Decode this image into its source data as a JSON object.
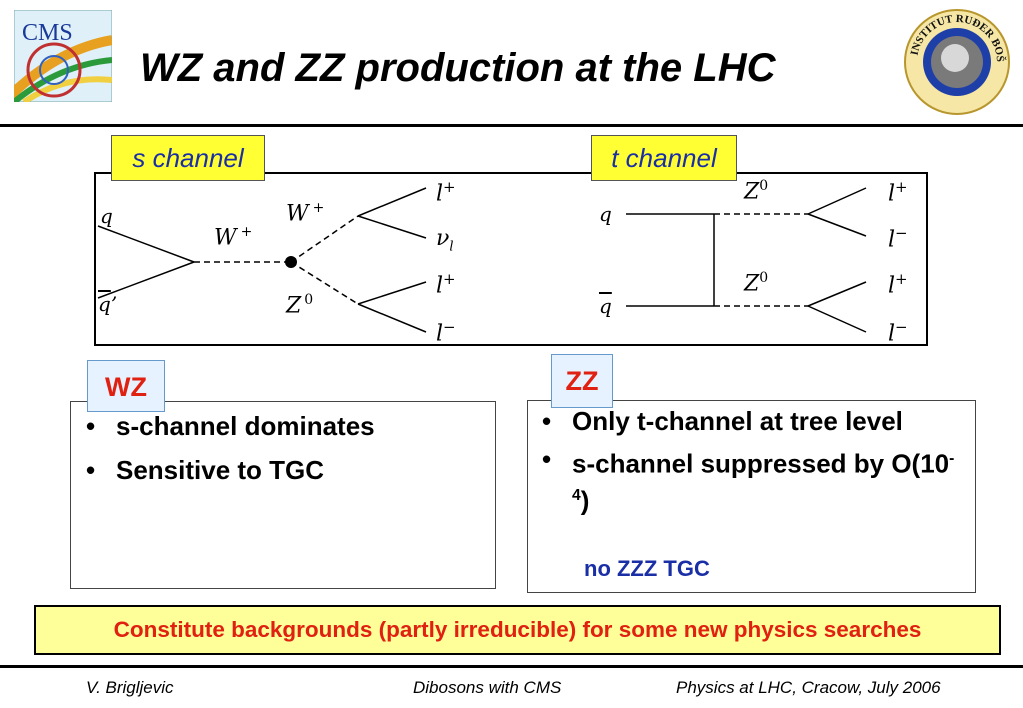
{
  "header": {
    "title": "WZ and ZZ production at the LHC",
    "left_logo_text": "CMS",
    "right_logo_text": "INSTITUT RUĐER BOŠKOVIĆ"
  },
  "diagrams": {
    "s_channel_tag": "s channel",
    "t_channel_tag": "t channel",
    "s": {
      "q": "q",
      "qbar": "q",
      "qbar_prime": "’",
      "w_prop": "W",
      "w_prop_sign": "+",
      "w_out": "W",
      "w_out_sign": "+",
      "z_out": "Z",
      "z_out_sup": "0",
      "l1": "l",
      "l1_sign": "+",
      "nu": "ν",
      "nu_sub": "l",
      "l2": "l",
      "l2_sign": "+",
      "l3": "l",
      "l3_sign": "−"
    },
    "t": {
      "q": "q",
      "qbar": "q",
      "z1": "Z",
      "z1_sup": "0",
      "z2": "Z",
      "z2_sup": "0",
      "l1": "l",
      "l1_sign": "+",
      "l2": "l",
      "l2_sign": "−",
      "l3": "l",
      "l3_sign": "+",
      "l4": "l",
      "l4_sign": "−"
    }
  },
  "wz_panel": {
    "tag": "WZ",
    "bullet": "•",
    "items": [
      "s-channel dominates",
      "Sensitive to TGC"
    ]
  },
  "zz_panel": {
    "tag": "ZZ",
    "bullet": "•",
    "item1": "Only t-channel at tree level",
    "item2_prefix": "s-channel suppressed by O(10",
    "item2_exp": "-4",
    "item2_suffix": ")",
    "note": "no ZZZ TGC"
  },
  "banner": "Constitute backgrounds (partly irreducible) for some new physics searches",
  "footer": {
    "author": "V. Brigljevic",
    "topic": "Dibosons with CMS",
    "event": "Physics at LHC, Cracow, July 2006"
  },
  "colors": {
    "title": "#000000",
    "channel_tag_bg": "#ffff33",
    "channel_tag_text": "#1a2ea6",
    "process_tag_bg": "#e6f2ff",
    "process_tag_text": "#e02010",
    "banner_bg": "#ffff99",
    "banner_text": "#e02010",
    "note_text": "#1a2ea6"
  }
}
